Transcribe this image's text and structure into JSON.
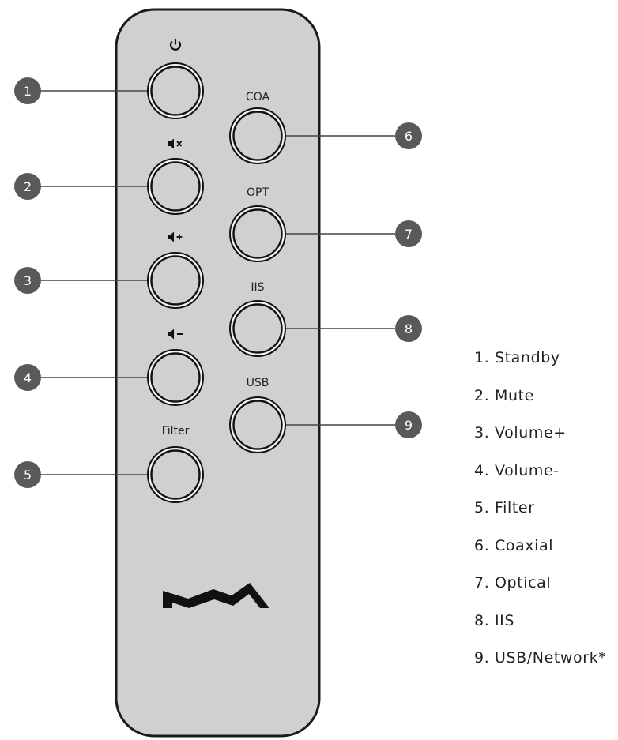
{
  "remote": {
    "body_color": "#d0d0d2",
    "outline_color": "#1a1a1a",
    "logo_name": "ma-logo-icon",
    "left_buttons": [
      {
        "number": "1",
        "icon": "power-icon",
        "label": ""
      },
      {
        "number": "2",
        "icon": "mute-icon",
        "label": ""
      },
      {
        "number": "3",
        "icon": "volume-up-icon",
        "label": ""
      },
      {
        "number": "4",
        "icon": "volume-down-icon",
        "label": ""
      },
      {
        "number": "5",
        "icon": "",
        "label": "Filter"
      }
    ],
    "right_buttons": [
      {
        "number": "6",
        "label": "COA"
      },
      {
        "number": "7",
        "label": "OPT"
      },
      {
        "number": "8",
        "label": "IIS"
      },
      {
        "number": "9",
        "label": "USB"
      }
    ]
  },
  "legend": [
    "1. Standby",
    "2. Mute",
    "3. Volume+",
    "4. Volume-",
    "5. Filter",
    "6. Coaxial",
    "7. Optical",
    "8. IIS",
    "9. USB/Network*"
  ]
}
